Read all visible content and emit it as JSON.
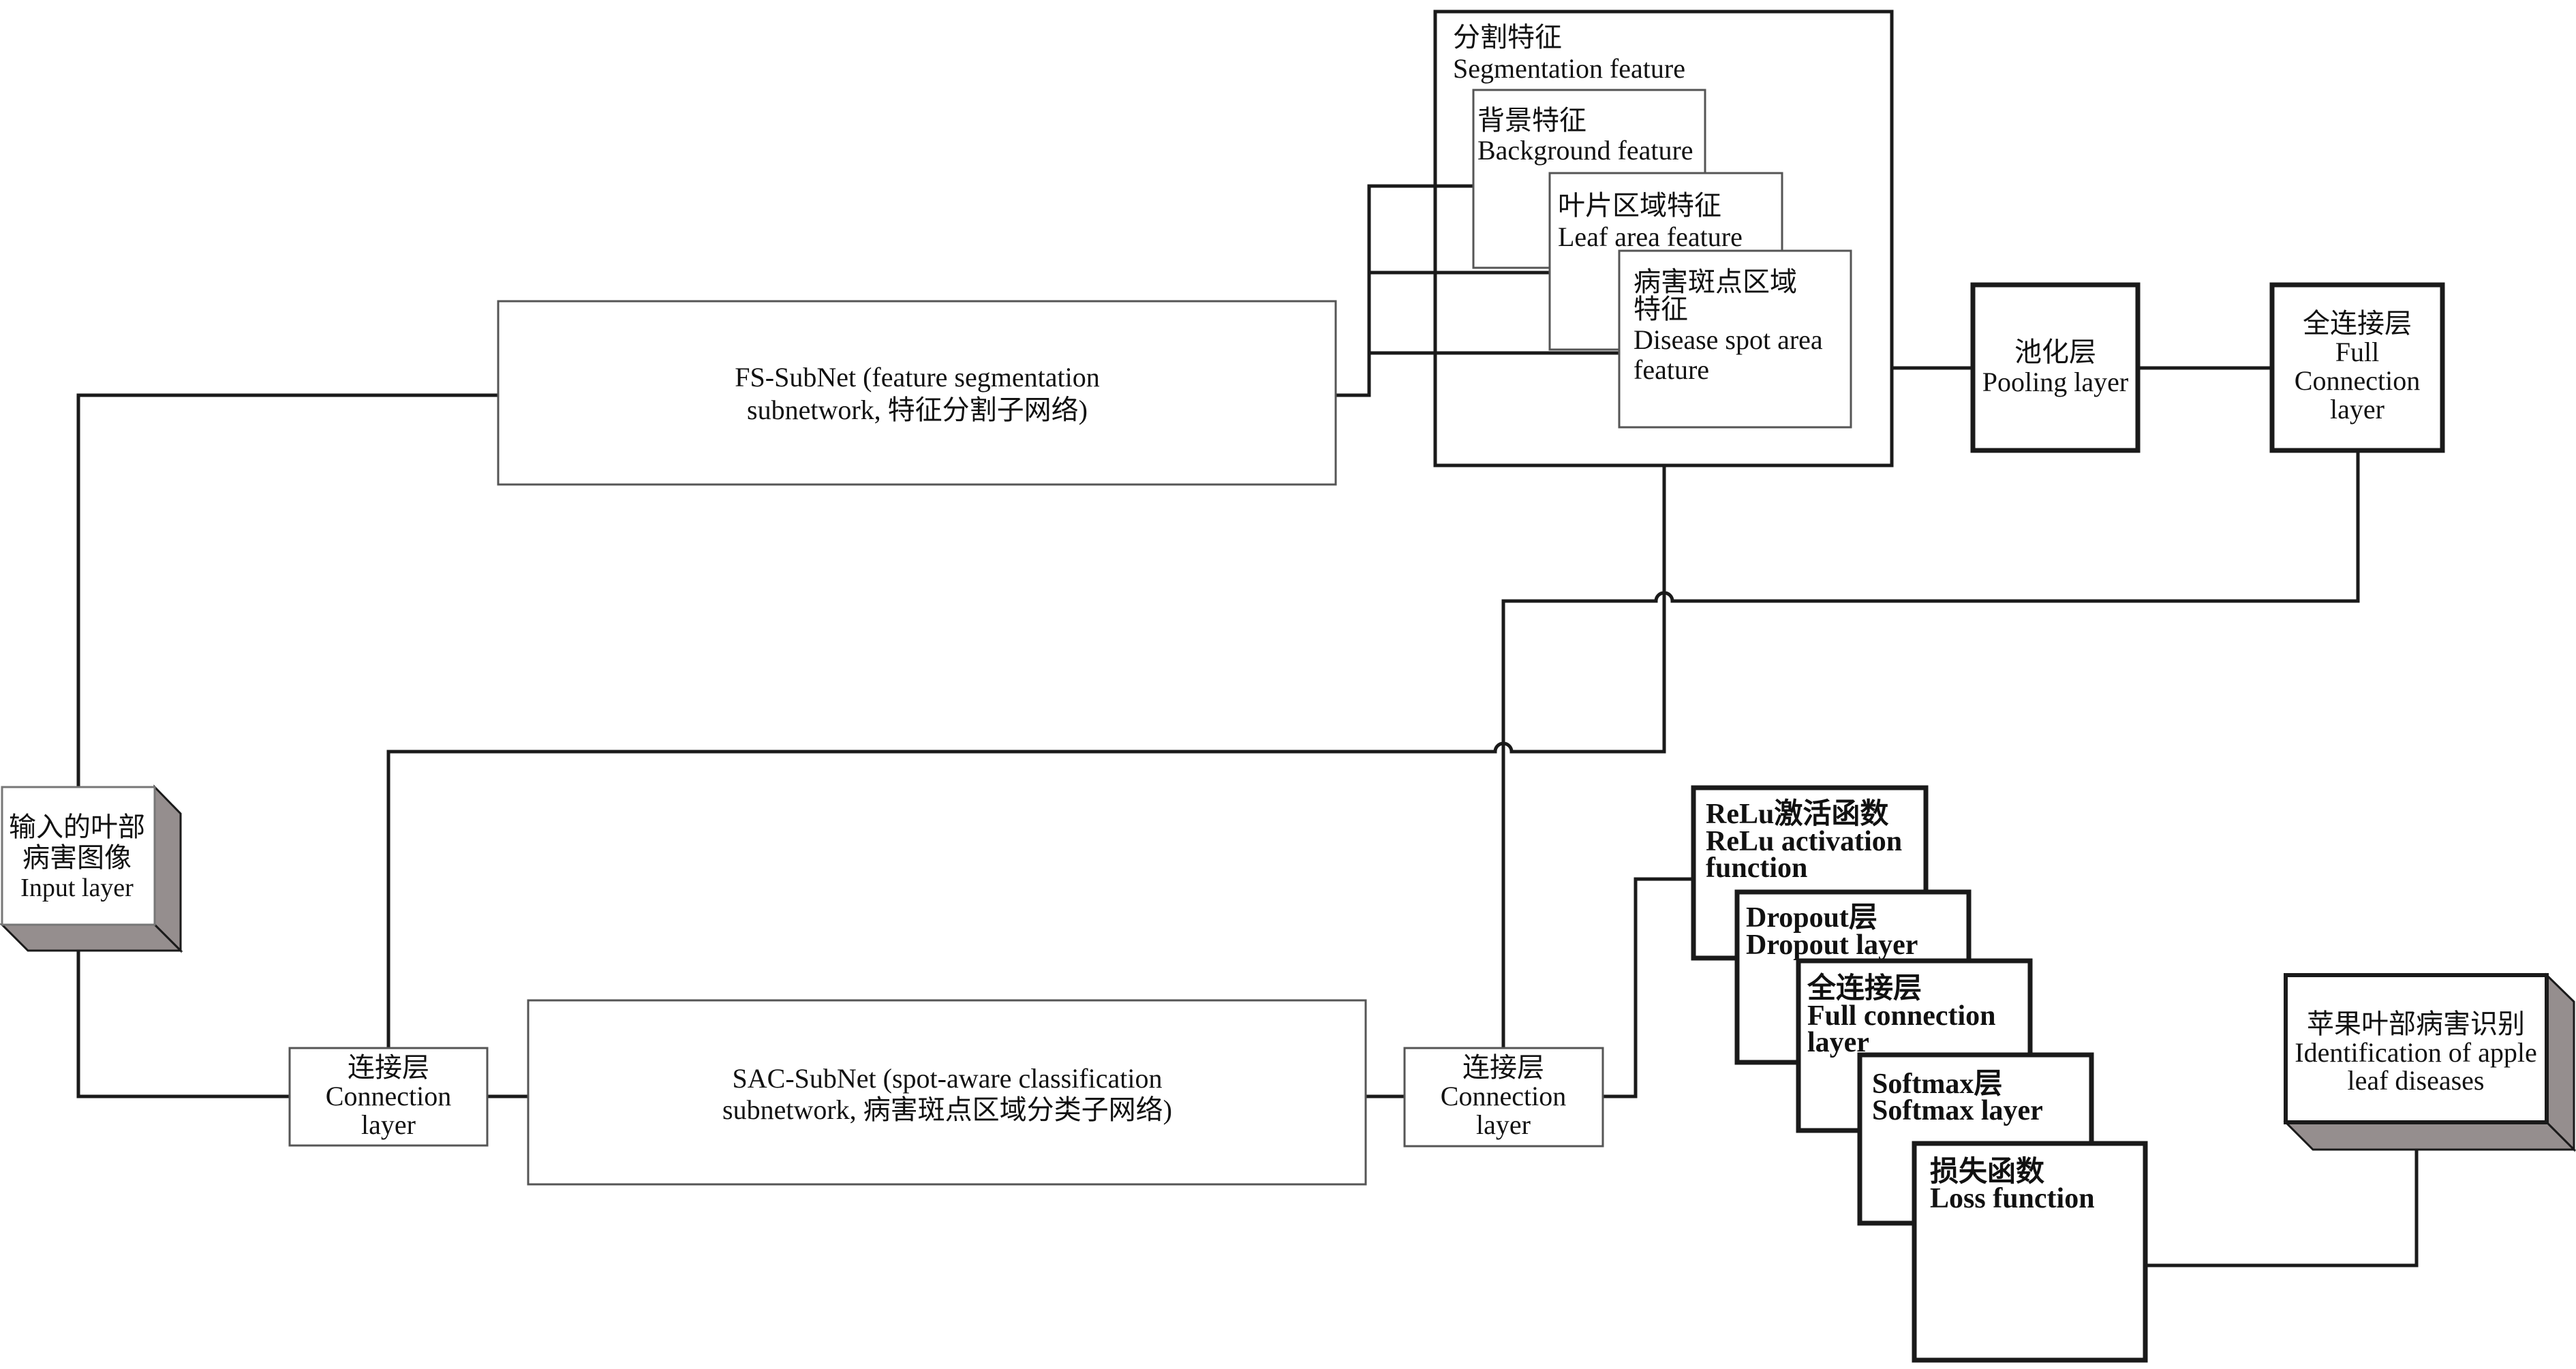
{
  "diagram": {
    "input": {
      "lines": [
        "输入的叶部",
        "病害图像",
        "Input layer"
      ]
    },
    "fs_subnet": {
      "lines": [
        "FS-SubNet (feature segmentation",
        "subnetwork, 特征分割子网络)"
      ]
    },
    "segmentation": {
      "lines": [
        "分割特征",
        "Segmentation feature"
      ]
    },
    "background": {
      "lines": [
        "背景特征",
        "Background feature"
      ]
    },
    "leaf_area": {
      "lines": [
        "叶片区域特征",
        "Leaf area feature"
      ]
    },
    "disease_spot": {
      "lines": [
        "病害斑点区域",
        "特征",
        "Disease spot area",
        "feature"
      ]
    },
    "pooling": {
      "lines": [
        "池化层",
        "Pooling layer"
      ]
    },
    "full_conn_top": {
      "lines": [
        "全连接层",
        "Full",
        "Connection",
        "layer"
      ]
    },
    "conn_left": {
      "lines": [
        "连接层",
        "Connection",
        "layer"
      ]
    },
    "sac_subnet": {
      "lines": [
        "SAC-SubNet (spot-aware classification",
        "subnetwork, 病害斑点区域分类子网络)"
      ]
    },
    "conn_right": {
      "lines": [
        "连接层",
        "Connection",
        "layer"
      ]
    },
    "relu": {
      "lines": [
        "ReLu激活函数",
        "ReLu activation",
        "function"
      ]
    },
    "dropout": {
      "lines": [
        "Dropout层",
        "Dropout layer"
      ]
    },
    "full_conn_stack": {
      "lines": [
        "全连接层",
        "Full connection",
        "layer"
      ]
    },
    "softmax": {
      "lines": [
        "Softmax层",
        "Softmax layer"
      ]
    },
    "loss": {
      "lines": [
        "损失函数",
        "Loss function"
      ]
    },
    "output": {
      "lines": [
        "苹果叶部病害识别",
        "Identification of apple",
        "leaf diseases"
      ]
    }
  },
  "colors": {
    "line": "#1a1a1a",
    "shade": "#958e8e",
    "background": "#ffffff"
  }
}
